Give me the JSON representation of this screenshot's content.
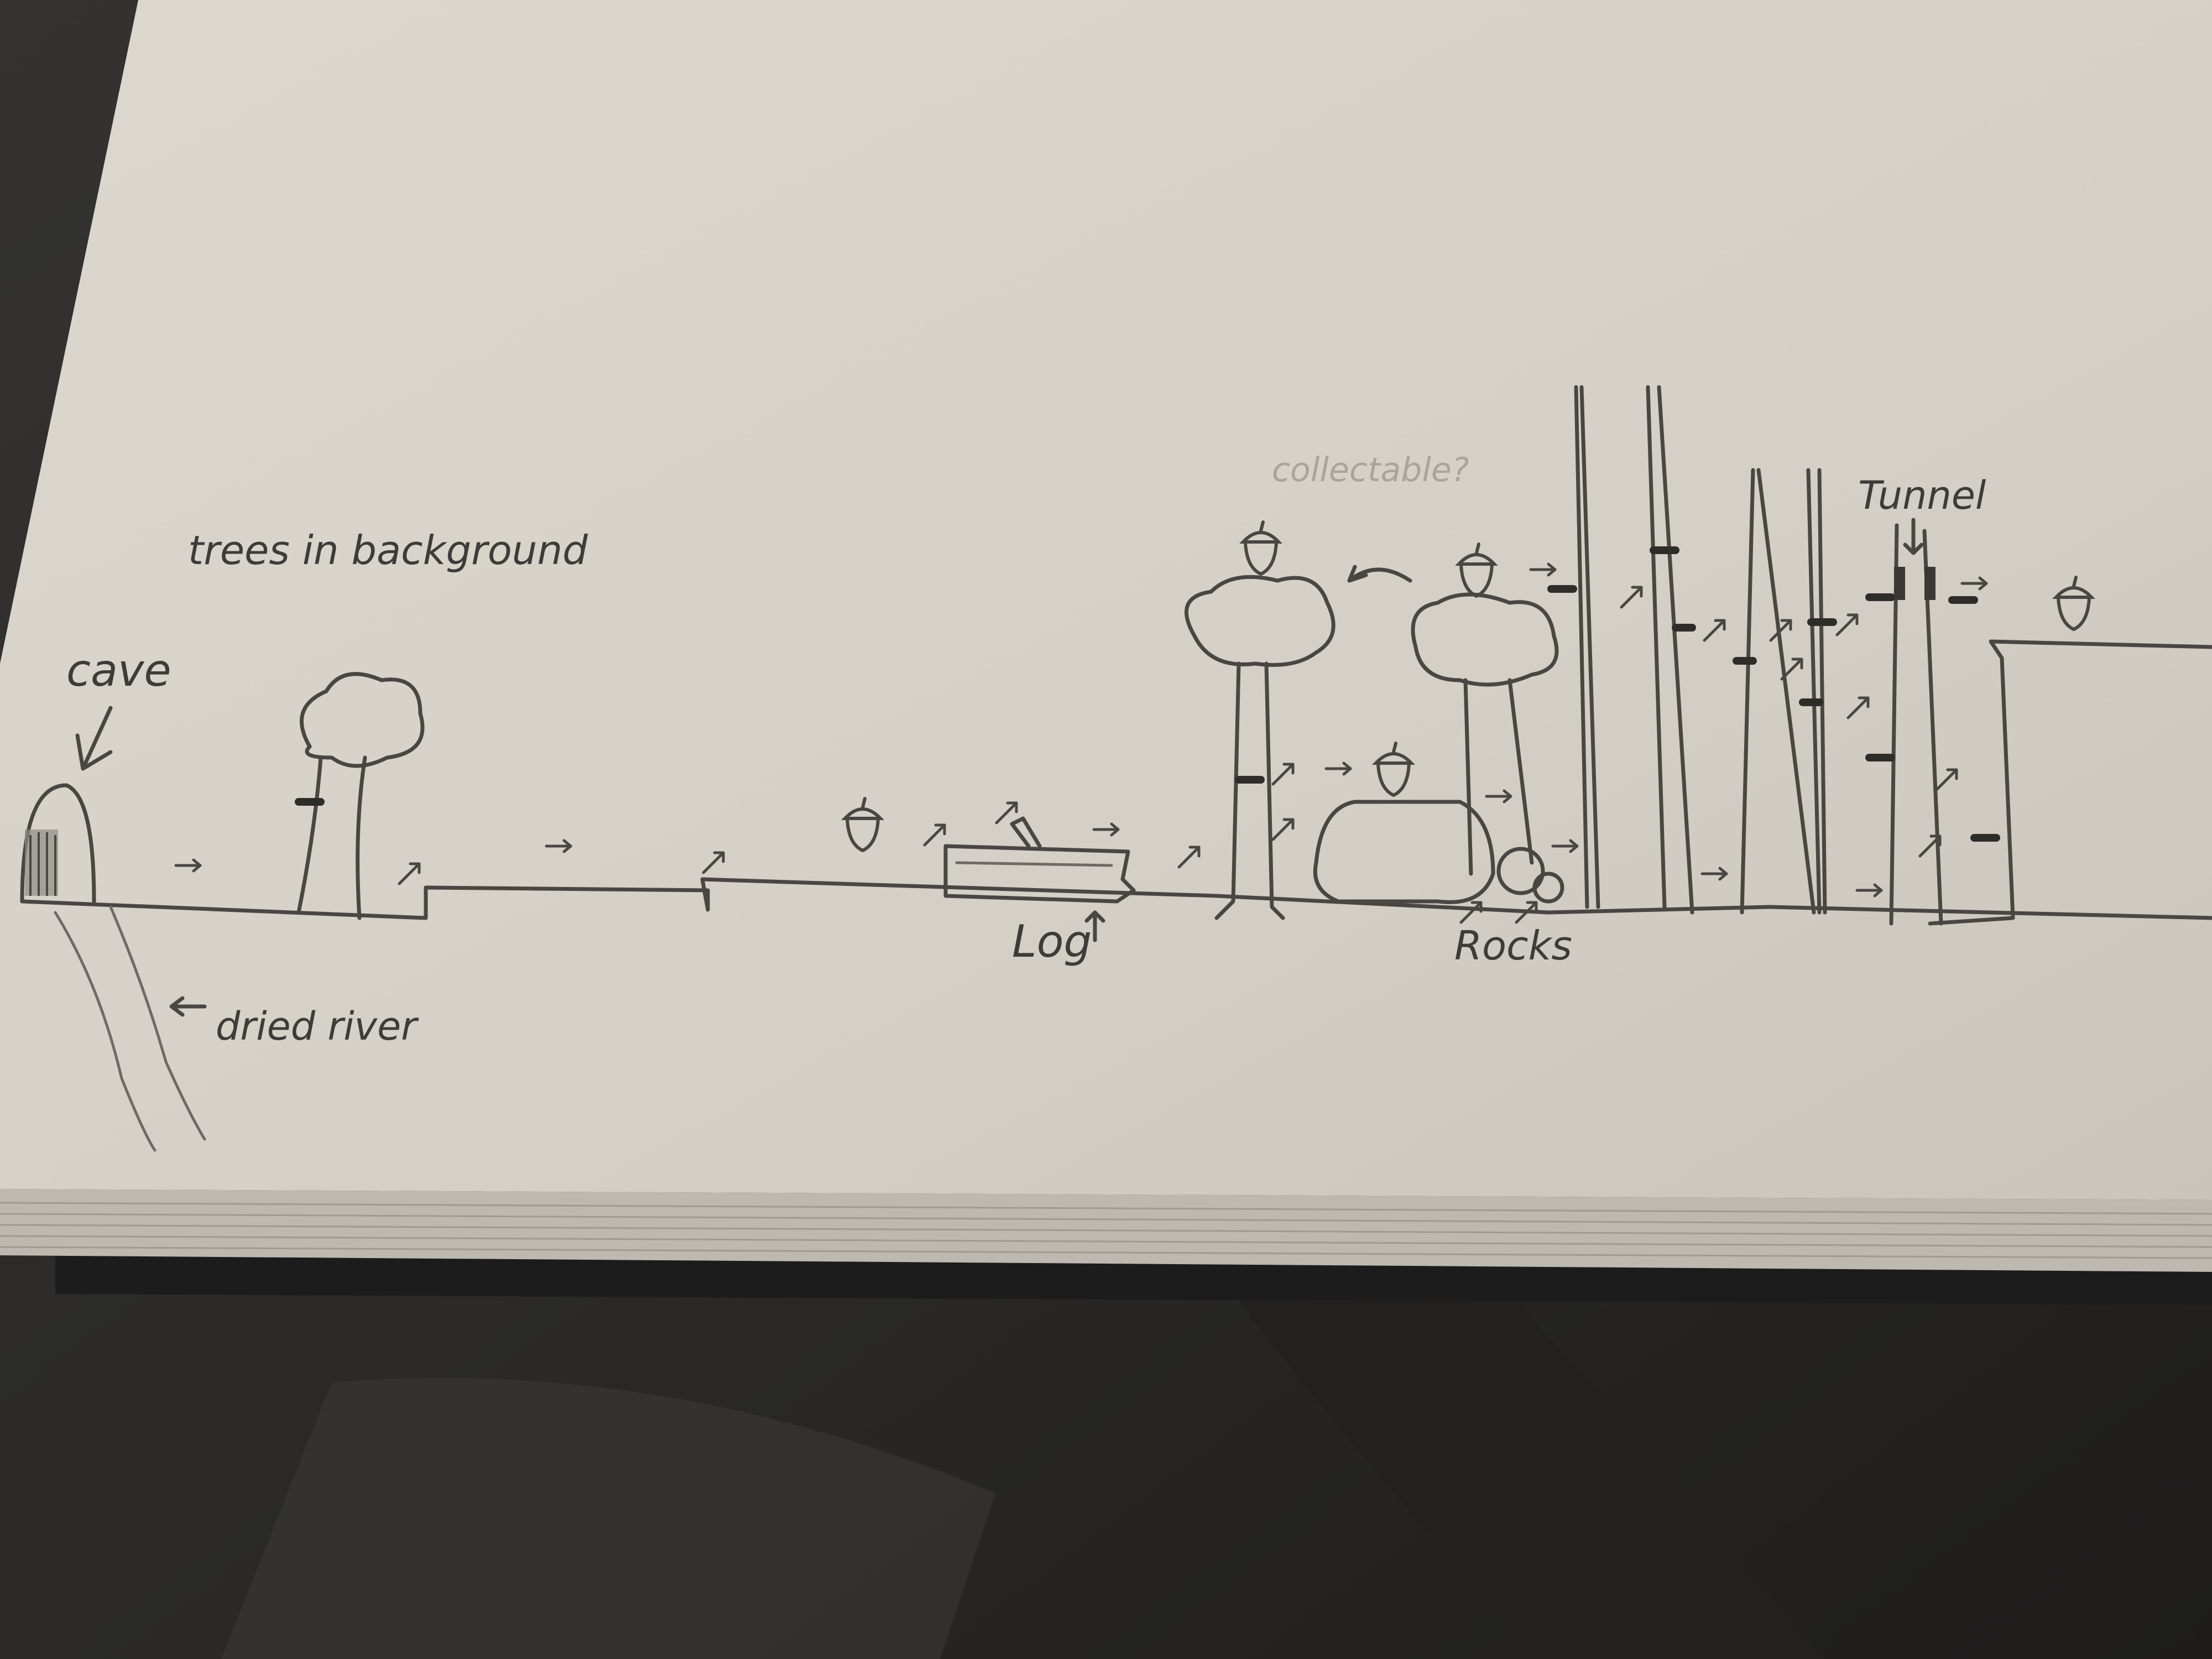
{
  "sketch": {
    "labels": {
      "cave": "cave",
      "trees_background": "trees in background",
      "dried_river": "dried river",
      "log": "Log",
      "collectable": "collectable?",
      "rocks": "Rocks",
      "tunnel": "Tunnel"
    }
  },
  "colors": {
    "paper": "#d6d2c9",
    "paper_shadow": "#c8c4bb",
    "pencil": "#4a4742",
    "background_cloth": "#2a2928",
    "notebook_cover": "#1c1c1c"
  },
  "icons": {
    "collectable": "acorn-icon",
    "direction": "arrow-icon",
    "platform": "ledge-mark"
  }
}
